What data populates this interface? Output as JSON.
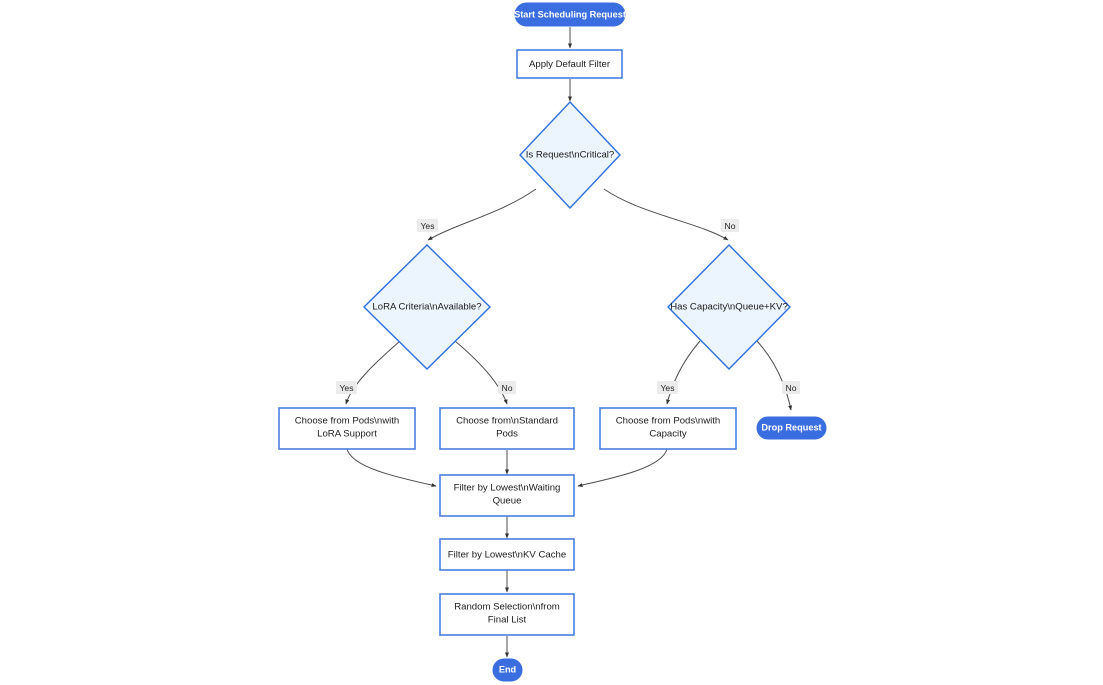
{
  "diagram": {
    "type": "flowchart",
    "direction": "top-to-bottom",
    "background_color": "#ffffff",
    "colors": {
      "terminator_fill": "#3a6ee0",
      "terminator_text": "#ffffff",
      "decision_fill": "#ecf4fd",
      "decision_stroke": "#2f6fdc",
      "process_fill": "#ffffff",
      "process_stroke": "#4a7fe0",
      "edge_stroke": "#4d4d4d",
      "edge_label_bg": "#ebebeb",
      "node_text": "#1b1b1b"
    },
    "nodes": {
      "start": {
        "label": "Start Scheduling Request",
        "shape": "stadium"
      },
      "apply_filter": {
        "label": "Apply Default Filter",
        "shape": "rect"
      },
      "is_critical": {
        "label": "Is Request\\nCritical?",
        "shape": "diamond"
      },
      "lora_criteria": {
        "label": "LoRA Criteria\\nAvailable?",
        "shape": "diamond"
      },
      "has_capacity": {
        "label": "Has Capacity\\nQueue+KV?",
        "shape": "diamond"
      },
      "choose_lora": {
        "label_line1": "Choose from Pods\\nwith",
        "label_line2": "LoRA Support",
        "shape": "rect"
      },
      "choose_standard": {
        "label_line1": "Choose from\\nStandard",
        "label_line2": "Pods",
        "shape": "rect"
      },
      "choose_capacity": {
        "label_line1": "Choose from Pods\\nwith",
        "label_line2": "Capacity",
        "shape": "rect"
      },
      "drop_request": {
        "label": "Drop Request",
        "shape": "stadium"
      },
      "filter_queue": {
        "label_line1": "Filter by Lowest\\nWaiting",
        "label_line2": "Queue",
        "shape": "rect"
      },
      "filter_kv": {
        "label": "Filter by Lowest\\nKV Cache",
        "shape": "rect"
      },
      "random_selection": {
        "label_line1": "Random Selection\\nfrom",
        "label_line2": "Final List",
        "shape": "rect"
      },
      "end": {
        "label": "End",
        "shape": "stadium"
      }
    },
    "edge_labels": {
      "critical_yes": "Yes",
      "critical_no": "No",
      "lora_yes": "Yes",
      "lora_no": "No",
      "capacity_yes": "Yes",
      "capacity_no": "No"
    }
  }
}
